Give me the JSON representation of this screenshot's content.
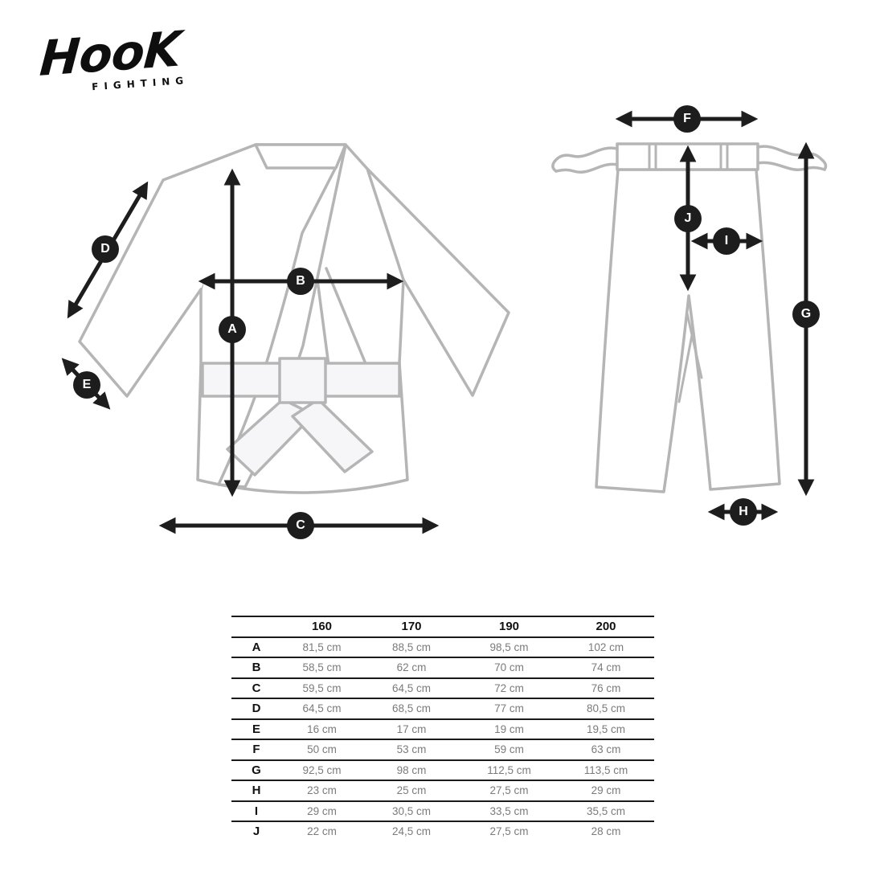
{
  "brand": {
    "name": "HooK",
    "subtitle": "FIGHTING"
  },
  "markers": {
    "letters": [
      "A",
      "B",
      "C",
      "D",
      "E",
      "F",
      "G",
      "H",
      "I",
      "J"
    ]
  },
  "size_table": {
    "corner": "",
    "columns": [
      "160",
      "170",
      "190",
      "200"
    ],
    "rows": [
      {
        "label": "A",
        "values": [
          "81,5 cm",
          "88,5 cm",
          "98,5 cm",
          "102 cm"
        ]
      },
      {
        "label": "B",
        "values": [
          "58,5 cm",
          "62 cm",
          "70 cm",
          "74 cm"
        ]
      },
      {
        "label": "C",
        "values": [
          "59,5 cm",
          "64,5 cm",
          "72 cm",
          "76 cm"
        ]
      },
      {
        "label": "D",
        "values": [
          "64,5 cm",
          "68,5 cm",
          "77 cm",
          "80,5 cm"
        ]
      },
      {
        "label": "E",
        "values": [
          "16 cm",
          "17 cm",
          "19 cm",
          "19,5 cm"
        ]
      },
      {
        "label": "F",
        "values": [
          "50 cm",
          "53 cm",
          "59 cm",
          "63 cm"
        ]
      },
      {
        "label": "G",
        "values": [
          "92,5 cm",
          "98 cm",
          "112,5 cm",
          "113,5 cm"
        ]
      },
      {
        "label": "H",
        "values": [
          "23 cm",
          "25 cm",
          "27,5 cm",
          "29 cm"
        ]
      },
      {
        "label": "I",
        "values": [
          "29 cm",
          "30,5 cm",
          "33,5 cm",
          "35,5 cm"
        ]
      },
      {
        "label": "J",
        "values": [
          "22 cm",
          "24,5 cm",
          "27,5 cm",
          "28 cm"
        ]
      }
    ]
  },
  "colors": {
    "line_gray": "#b5b5b5",
    "arrow_black": "#1d1d1d",
    "belt_fill": "#f6f6f8"
  }
}
